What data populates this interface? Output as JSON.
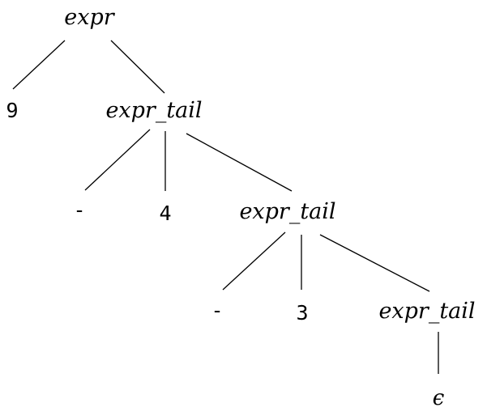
{
  "tree": {
    "root": "expr",
    "n1_digit": "9",
    "n1_tail": "expr_tail",
    "n2_op": "-",
    "n2_digit": "4",
    "n2_tail": "expr_tail",
    "n3_op": "-",
    "n3_digit": "3",
    "n3_tail": "expr_tail",
    "epsilon": "ϵ"
  }
}
